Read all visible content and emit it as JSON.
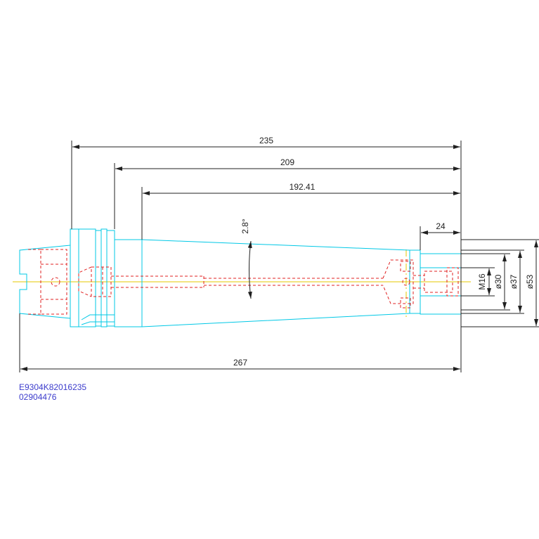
{
  "dimensions": {
    "overall_length": "267",
    "length_235": "235",
    "length_209": "209",
    "length_192": "192.41",
    "length_24": "24",
    "taper_angle": "2.8°",
    "thread": "M16",
    "dia_30": "ø30",
    "dia_37": "ø37",
    "dia_53": "ø53"
  },
  "labels": {
    "part_code": "E9304K82016235",
    "part_number": "02904476"
  },
  "colors": {
    "outline": "#00c8e6",
    "hidden": "#e02020",
    "dimension": "#202020",
    "centerline": "#e6c800",
    "label": "#3c3ccc"
  }
}
